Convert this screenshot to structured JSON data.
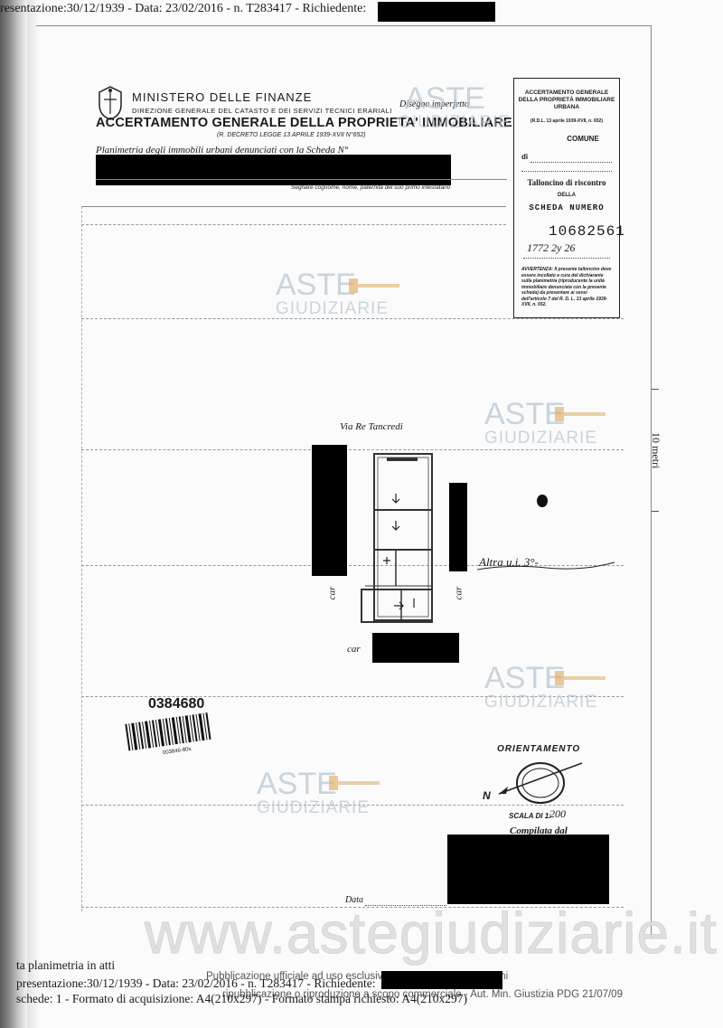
{
  "header_top": {
    "presentazione": "resentazione:30/12/1939 - Data: 23/02/2016 - n. T283417 - Richiedente:"
  },
  "form_header": {
    "ministero": "MINISTERO DELLE FINANZE",
    "direzione": "DIREZIONE GENERALE DEL CATASTO E DEI SERVIZI TECNICI ERARIALI",
    "accertamento": "ACCERTAMENTO GENERALE DELLA PROPRIETA' IMMOBILIARE URBANA",
    "decreto": "(R. DECRETO LEGGE 13 APRILE 1939-XVII N°652)",
    "planimetria": "Planimetria degli immobili urbani denunciati con la Scheda N°",
    "segnare": "Segnare cognome, nome, paternità del suo primo intestatario",
    "disegno": "Disegno imperfetto"
  },
  "side_box": {
    "title": "ACCERTAMENTO GENERALE DELLA PROPRIETÀ IMMOBILIARE URBANA",
    "rdl": "(R.D.L. 13 aprile 1939-XVII, n. 652)",
    "comune": "COMUNE",
    "di": "di",
    "talloncino": "Talloncino di riscontro",
    "della": "DELLA",
    "scheda_numero": "SCHEDA NUMERO",
    "numero": "10682561",
    "handwritten": "1772   2y   26",
    "avvertenza": "AVVERTENZA: Il presente talloncino deve essere incollato a cura del dichiarante sulla planimetria (riproducente la unità immobiliare denunciata con la presente scheda) da presentare ai sensi dell'articolo 7 del R. D. L. 13 aprile 1939-XVII, n. 652."
  },
  "plan": {
    "via": "Via Re Tancredi",
    "altra": "Altra u.i. 3°-",
    "car_left": "car",
    "car_right": "car",
    "car_bottom": "car",
    "meters": "10 metri"
  },
  "barcode": {
    "number": "0384680",
    "small": "003846-80s"
  },
  "orientation": {
    "label": "ORIENTAMENTO",
    "north": "N",
    "scala": "SCALA DI 1:",
    "scala_value": "200",
    "compilata": "Compilata dal",
    "data": "Data"
  },
  "watermarks": {
    "aste": "ASTE",
    "giudiziarie": "GIUDIZIARIE",
    "site": "www.astegiudiziarie.it"
  },
  "footer": {
    "planimetria_in_atti": "ta planimetria in atti",
    "presentazione": "presentazione:30/12/1939 - Data: 23/02/2016 - n. T283417 - Richiedente:",
    "schede": "schede: 1 - Formato di acquisizione: A4(210x297) - Formato stampa richiesto: A4(210x297)",
    "pub1": "Pubblicazione ufficiale ad uso esclusivo personale - è vietata ogni",
    "pub2": "ripubblicazione o riproduzione a scopo commerciale - Aut. Min. Giustizia PDG 21/07/09"
  },
  "colors": {
    "watermark": "#b9c7d3",
    "gavel": "#e0b070",
    "redaction": "#000000"
  }
}
